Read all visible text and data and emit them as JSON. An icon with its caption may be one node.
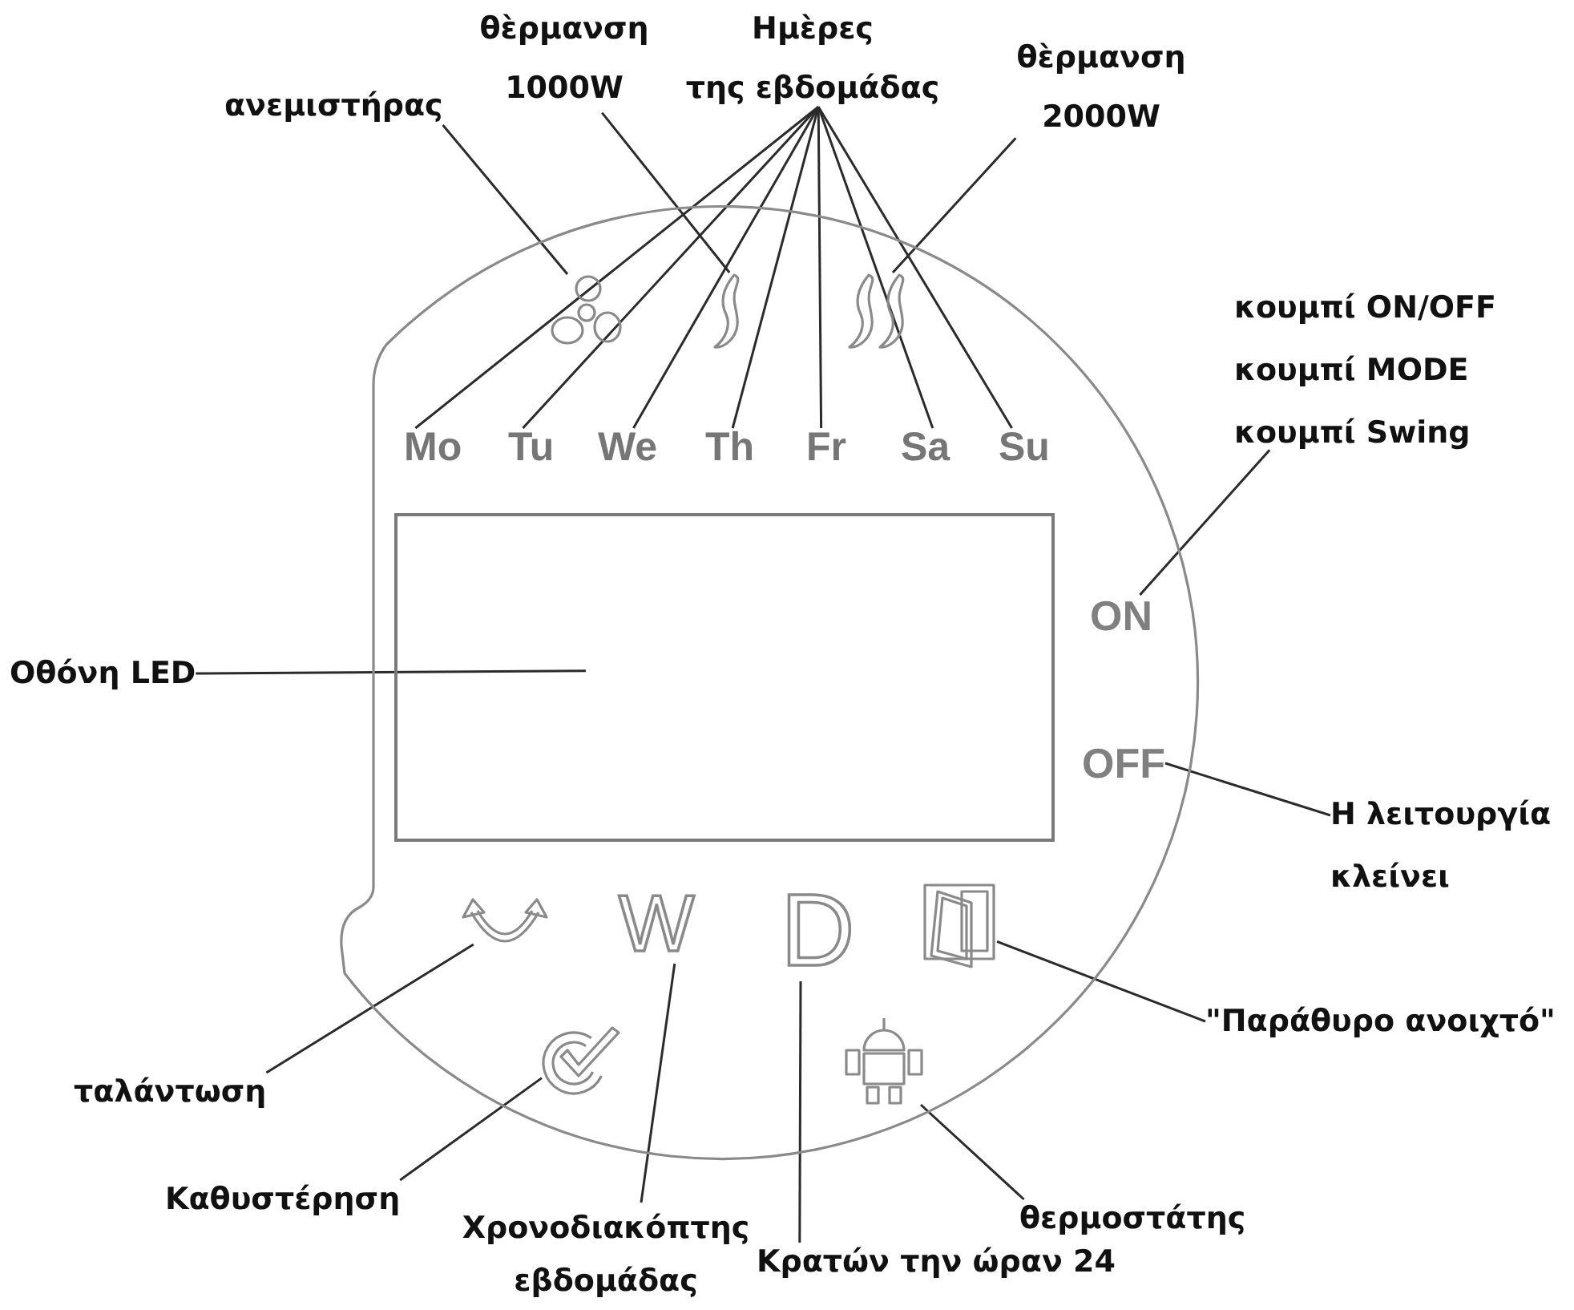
{
  "diagram": {
    "nodes": [
      {
        "text": [
          "ανεμιστήρας"
        ]
      },
      {
        "text": [
          "θὲρμανση 1000W"
        ]
      },
      {
        "text": [
          "Ημὲρες της εβδομάδας"
        ]
      },
      {
        "text": [
          "θὲρμανση 2000W"
        ]
      },
      {
        "text": [],
        "shape": "circle"
      },
      {
        "text": [],
        "shape": "picture",
        "in": 4
      },
      {
        "text": [],
        "shape": "picture",
        "in": 4
      },
      {
        "text": [],
        "shape": "picture",
        "in": 4
      },
      {
        "text": [
          "Mo"
        ],
        "in": 4
      },
      {
        "text": [
          "Tu"
        ],
        "in": 4
      },
      {
        "text": [
          "We"
        ],
        "in": 4
      },
      {
        "text": [
          "Th"
        ],
        "in": 4
      },
      {
        "text": [
          "Fr"
        ],
        "in": 4
      },
      {
        "text": [
          "Sa"
        ],
        "in": 4
      },
      {
        "text": [
          "Su"
        ],
        "in": 4
      },
      {
        "text": [
          "κουμπί ON/OFF",
          "κουμπί MODE",
          "κουμπί Swing"
        ]
      },
      {
        "text": [
          "Οθόνη LED"
        ]
      },
      {
        "text": [],
        "shape": "box",
        "in": 4
      },
      {
        "text": [
          "ON"
        ],
        "in": 4
      },
      {
        "text": [
          "OFF"
        ],
        "in": 4
      },
      {
        "text": [
          "Η λειτουργία κλείνει"
        ]
      },
      {
        "text": [],
        "shape": "picture",
        "in": 4
      },
      {
        "text": [
          "W"
        ],
        "in": 4
      },
      {
        "text": [
          "D"
        ],
        "in": 4
      },
      {
        "text": [],
        "shape": "picture",
        "in": 4
      },
      {
        "text": [
          "\"Παράθυρο ανοιχτό\""
        ]
      },
      {
        "text": [],
        "shape": "picture",
        "in": 4
      },
      {
        "text": [],
        "shape": "picture",
        "in": 4
      },
      {
        "text": [
          "ταλάντωση"
        ]
      },
      {
        "text": [
          "Καθυστέρηση"
        ]
      },
      {
        "text": [
          "θερμοστάτης"
        ]
      },
      {
        "text": [
          "Χρονοδιακόπτης εβδομάδας"
        ]
      },
      {
        "text": [
          "Κρατών την ώραν 24"
        ]
      }
    ],
    "edges": [
      {
        "from": 0,
        "to": 5,
        "arrow": "none"
      },
      {
        "from": 1,
        "to": 6,
        "arrow": "none"
      },
      {
        "from": 2,
        "to": 8,
        "arrow": "none"
      },
      {
        "from": 2,
        "to": 9,
        "arrow": "none"
      },
      {
        "from": 2,
        "to": 10,
        "arrow": "none"
      },
      {
        "from": 2,
        "to": 11,
        "arrow": "none"
      },
      {
        "from": 2,
        "to": 12,
        "arrow": "none"
      },
      {
        "from": 2,
        "to": 13,
        "arrow": "none"
      },
      {
        "from": 2,
        "to": 14,
        "arrow": "none"
      },
      {
        "from": 3,
        "to": 7,
        "arrow": "none"
      },
      {
        "from": 15,
        "to": 18,
        "arrow": "none"
      },
      {
        "from": 16,
        "to": 17,
        "arrow": "none"
      },
      {
        "from": 20,
        "to": 19,
        "arrow": "none"
      },
      {
        "from": 28,
        "to": 21,
        "arrow": "none"
      },
      {
        "from": 31,
        "to": 22,
        "arrow": "none"
      },
      {
        "from": 32,
        "to": 23,
        "arrow": "none"
      },
      {
        "from": 25,
        "to": 24,
        "arrow": "none"
      },
      {
        "from": 29,
        "to": 26,
        "arrow": "none"
      },
      {
        "from": 30,
        "to": 27,
        "arrow": "none"
      }
    ]
  }
}
